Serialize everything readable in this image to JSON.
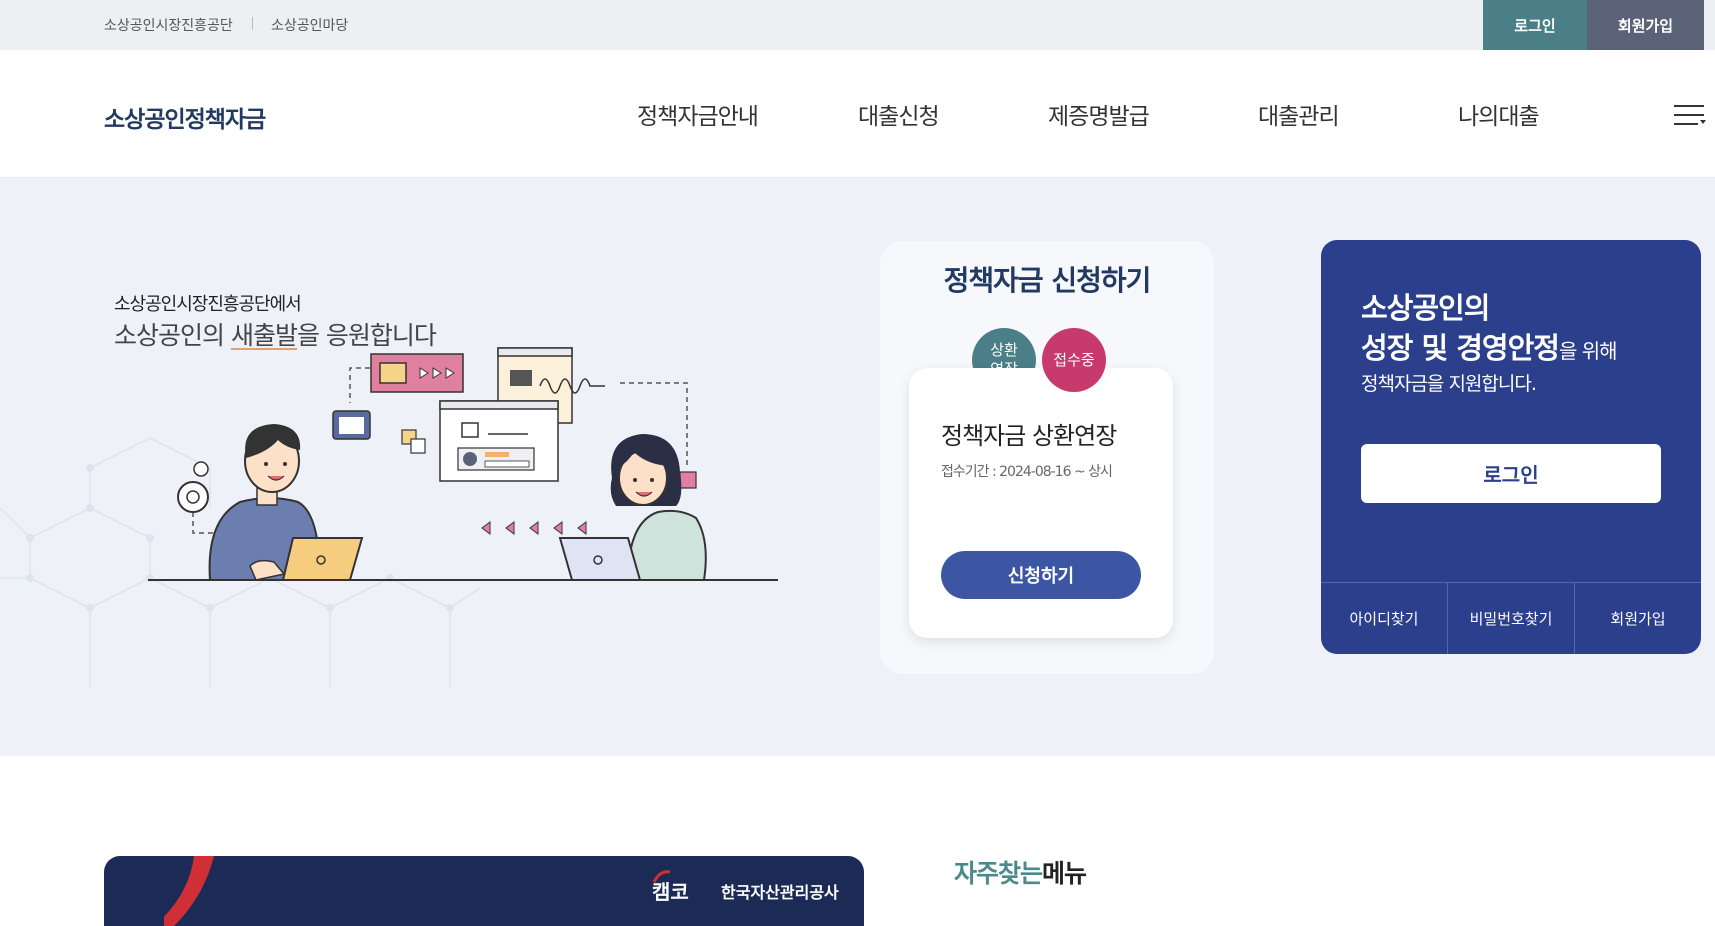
{
  "topbar": {
    "links": [
      "소상공인시장진흥공단",
      "소상공인마당"
    ],
    "login_label": "로그인",
    "join_label": "회원가입"
  },
  "header": {
    "logo": "소상공인정책자금",
    "nav": [
      "정책자금안내",
      "대출신청",
      "제증명발급",
      "대출관리",
      "나의대출"
    ],
    "menu_icon": "hamburger-menu-icon"
  },
  "hero": {
    "subtitle": "소상공인시장진흥공단에서",
    "title_prefix": "소상공인의 ",
    "title_highlight": "새출발",
    "title_suffix": "을 응원합니다"
  },
  "apply_card": {
    "title": "정책자금 신청하기",
    "badge_category": "상환\n연장",
    "badge_status": "접수중",
    "item_title": "정책자금 상환연장",
    "item_period": "접수기간 : 2024-08-16 ~ 상시",
    "apply_button": "신청하기"
  },
  "login_card": {
    "headline_line1": "소상공인의",
    "headline_line2": "성장 및 경영안정",
    "headline_suffix": "을 위해",
    "description": "정책자금을 지원합니다.",
    "login_button": "로그인",
    "links": [
      "아이디찾기",
      "비밀번호찾기",
      "회원가입"
    ]
  },
  "bottom": {
    "kamco_mark": "캠코",
    "kamco_name": "한국자산관리공사",
    "faq_highlight": "자주찾는",
    "faq_rest": "메뉴"
  },
  "colors": {
    "brand_navy": "#2b3f8c",
    "teal": "#4a7f88",
    "slate": "#5a6278",
    "badge_pink": "#c63b6b",
    "badge_teal": "#4a7f88",
    "hero_bg": "#eef2f8",
    "button_blue": "#3c56a3"
  }
}
